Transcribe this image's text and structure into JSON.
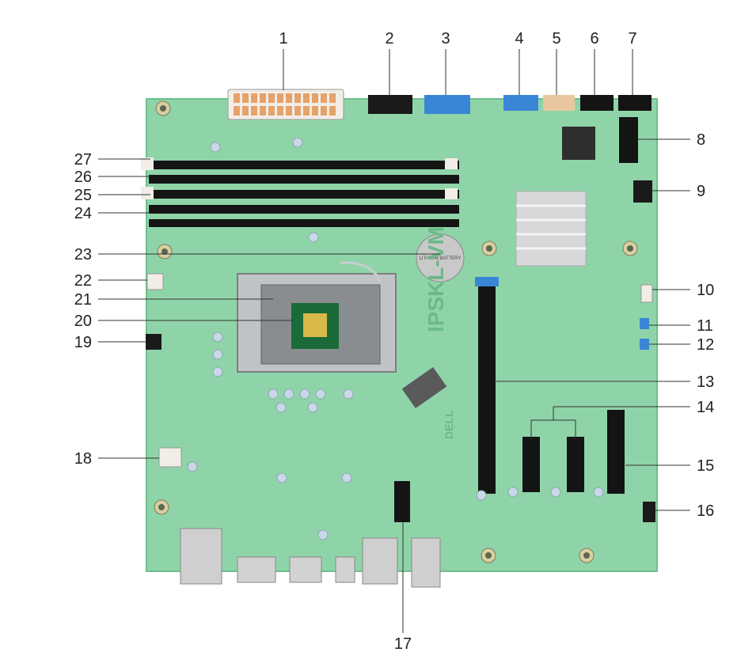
{
  "figure": {
    "board_label": "IPSKL-VM",
    "brand_label": "DELL",
    "battery_label": "LITHIUM BATTERY"
  },
  "callouts": [
    {
      "id": "1",
      "label": "1"
    },
    {
      "id": "2",
      "label": "2"
    },
    {
      "id": "3",
      "label": "3"
    },
    {
      "id": "4",
      "label": "4"
    },
    {
      "id": "5",
      "label": "5"
    },
    {
      "id": "6",
      "label": "6"
    },
    {
      "id": "7",
      "label": "7"
    },
    {
      "id": "8",
      "label": "8"
    },
    {
      "id": "9",
      "label": "9"
    },
    {
      "id": "10",
      "label": "10"
    },
    {
      "id": "11",
      "label": "11"
    },
    {
      "id": "12",
      "label": "12"
    },
    {
      "id": "13",
      "label": "13"
    },
    {
      "id": "14",
      "label": "14"
    },
    {
      "id": "15",
      "label": "15"
    },
    {
      "id": "16",
      "label": "16"
    },
    {
      "id": "17",
      "label": "17"
    },
    {
      "id": "18",
      "label": "18"
    },
    {
      "id": "19",
      "label": "19"
    },
    {
      "id": "20",
      "label": "20"
    },
    {
      "id": "21",
      "label": "21"
    },
    {
      "id": "22",
      "label": "22"
    },
    {
      "id": "23",
      "label": "23"
    },
    {
      "id": "24",
      "label": "24"
    },
    {
      "id": "25",
      "label": "25"
    },
    {
      "id": "26",
      "label": "26"
    },
    {
      "id": "27",
      "label": "27"
    }
  ],
  "colors": {
    "pcb": "#8fd4a8",
    "pcb_dark": "#6cbf8c",
    "slot_black": "#141414",
    "connector_white": "#f2ede6",
    "connector_blue": "#3a86d6",
    "sata_tan": "#e8c7a0",
    "heatsink": "#d8d8da",
    "battery": "#c9c9c9"
  }
}
